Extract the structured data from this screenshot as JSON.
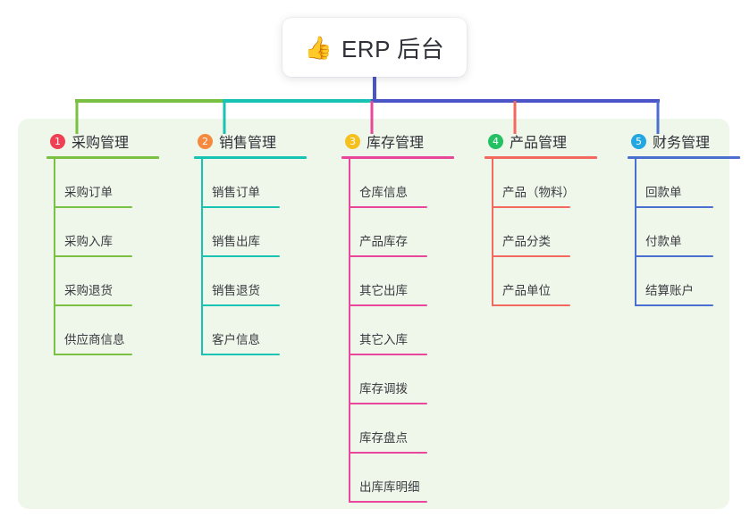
{
  "root": {
    "emoji": "👍",
    "emoji_name": "thumbs-up-emoji",
    "title": "ERP 后台"
  },
  "colors": {
    "panel_background": "#eff7ea",
    "page_background": "#ffffff",
    "trunk": "#4a55c8",
    "bar_left": "#7ac143",
    "bar_mid": "#17c3b2",
    "bar_right": "#4a55c8",
    "text": "#2f3038"
  },
  "branches": [
    {
      "number": "1",
      "label": "采购管理",
      "badge_color": "#ef4056",
      "line_color": "#7ac143",
      "drop_color": "#7ac143",
      "items": [
        "采购订单",
        "采购入库",
        "采购退货",
        "供应商信息"
      ]
    },
    {
      "number": "2",
      "label": "销售管理",
      "badge_color": "#f5893d",
      "line_color": "#17c3b2",
      "drop_color": "#17c3b2",
      "items": [
        "销售订单",
        "销售出库",
        "销售退货",
        "客户信息"
      ]
    },
    {
      "number": "3",
      "label": "库存管理",
      "badge_color": "#f6c01e",
      "line_color": "#e8479b",
      "drop_color": "#e8479b",
      "items": [
        "仓库信息",
        "产品库存",
        "其它出库",
        "其它入库",
        "库存调拨",
        "库存盘点",
        "出库库明细"
      ]
    },
    {
      "number": "4",
      "label": "产品管理",
      "badge_color": "#24c162",
      "line_color": "#f4695f",
      "drop_color": "#f4695f",
      "items": [
        "产品（物料）",
        "产品分类",
        "产品单位"
      ]
    },
    {
      "number": "5",
      "label": "财务管理",
      "badge_color": "#22a7e0",
      "line_color": "#4a6fd0",
      "drop_color": "#4a6fd0",
      "items": [
        "回款单",
        "付款单",
        "结算账户"
      ]
    }
  ]
}
